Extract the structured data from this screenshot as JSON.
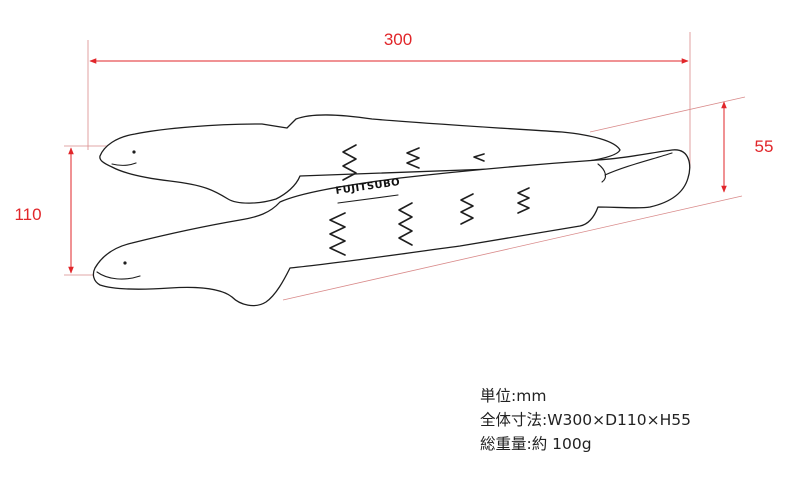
{
  "dimensions": {
    "width_label": "300",
    "depth_label": "110",
    "height_label": "55"
  },
  "product": {
    "brand_text": "FUJITSUBO"
  },
  "specs": {
    "unit": "単位:mm",
    "size": "全体寸法:W300×D110×H55",
    "weight": "総重量:約 100g"
  },
  "colors": {
    "dimension": "#e1262a",
    "outline": "#1e1e1e"
  }
}
